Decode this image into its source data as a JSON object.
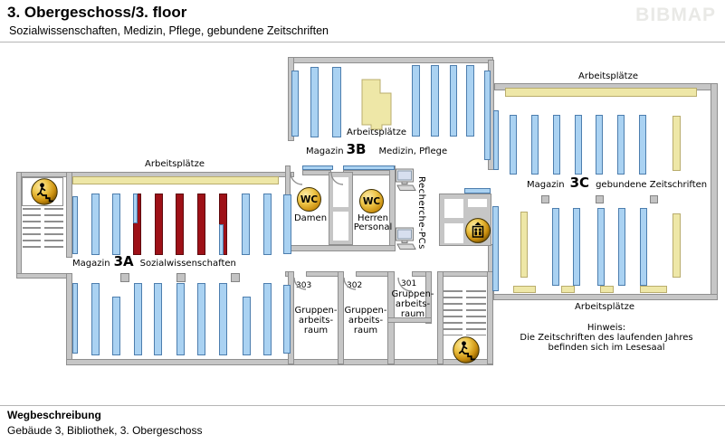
{
  "header": {
    "title": "3. Obergeschoss/3. floor",
    "subtitle": "Sozialwissenschaften, Medizin, Pflege, gebundene Zeitschriften",
    "logo": "BIBMAP"
  },
  "labels": {
    "arbeitsplaetze": "Arbeitsplätze",
    "magazin": "Magazin"
  },
  "areas": {
    "a": {
      "code": "3A",
      "name": "Sozialwissenschaften"
    },
    "b": {
      "code": "3B",
      "name": "Medizin, Pflege"
    },
    "c": {
      "code": "3C",
      "name": "gebundene Zeitschriften"
    }
  },
  "wc": {
    "sign": "WC",
    "damen": "Damen",
    "herren": "Herren",
    "personal": "Personal"
  },
  "grouprooms": [
    {
      "number": "303",
      "lines": [
        "Gruppen-",
        "arbeits-",
        "raum"
      ]
    },
    {
      "number": "302",
      "lines": [
        "Gruppen-",
        "arbeits-",
        "raum"
      ]
    },
    {
      "number": "301",
      "lines": [
        "Gruppen-",
        "arbeits-",
        "raum"
      ]
    }
  ],
  "recherche_pcs": "Recherche-PCs",
  "hinweis": {
    "title": "Hinweis:",
    "lines": [
      "Die Zeitschriften des laufenden Jahres",
      "befinden sich im Lesesaal"
    ]
  },
  "footer": {
    "heading": "Wegbeschreibung",
    "location": "Gebäude 3, Bibliothek, 3. Obergeschoss"
  },
  "colors": {
    "shelf_blue": "#aad2f2",
    "shelf_highlight_red": "#9e1117",
    "desk_yellow": "#eee7a7",
    "wall_gray": "#c6c6c6",
    "icon_gold": "#eec649"
  }
}
